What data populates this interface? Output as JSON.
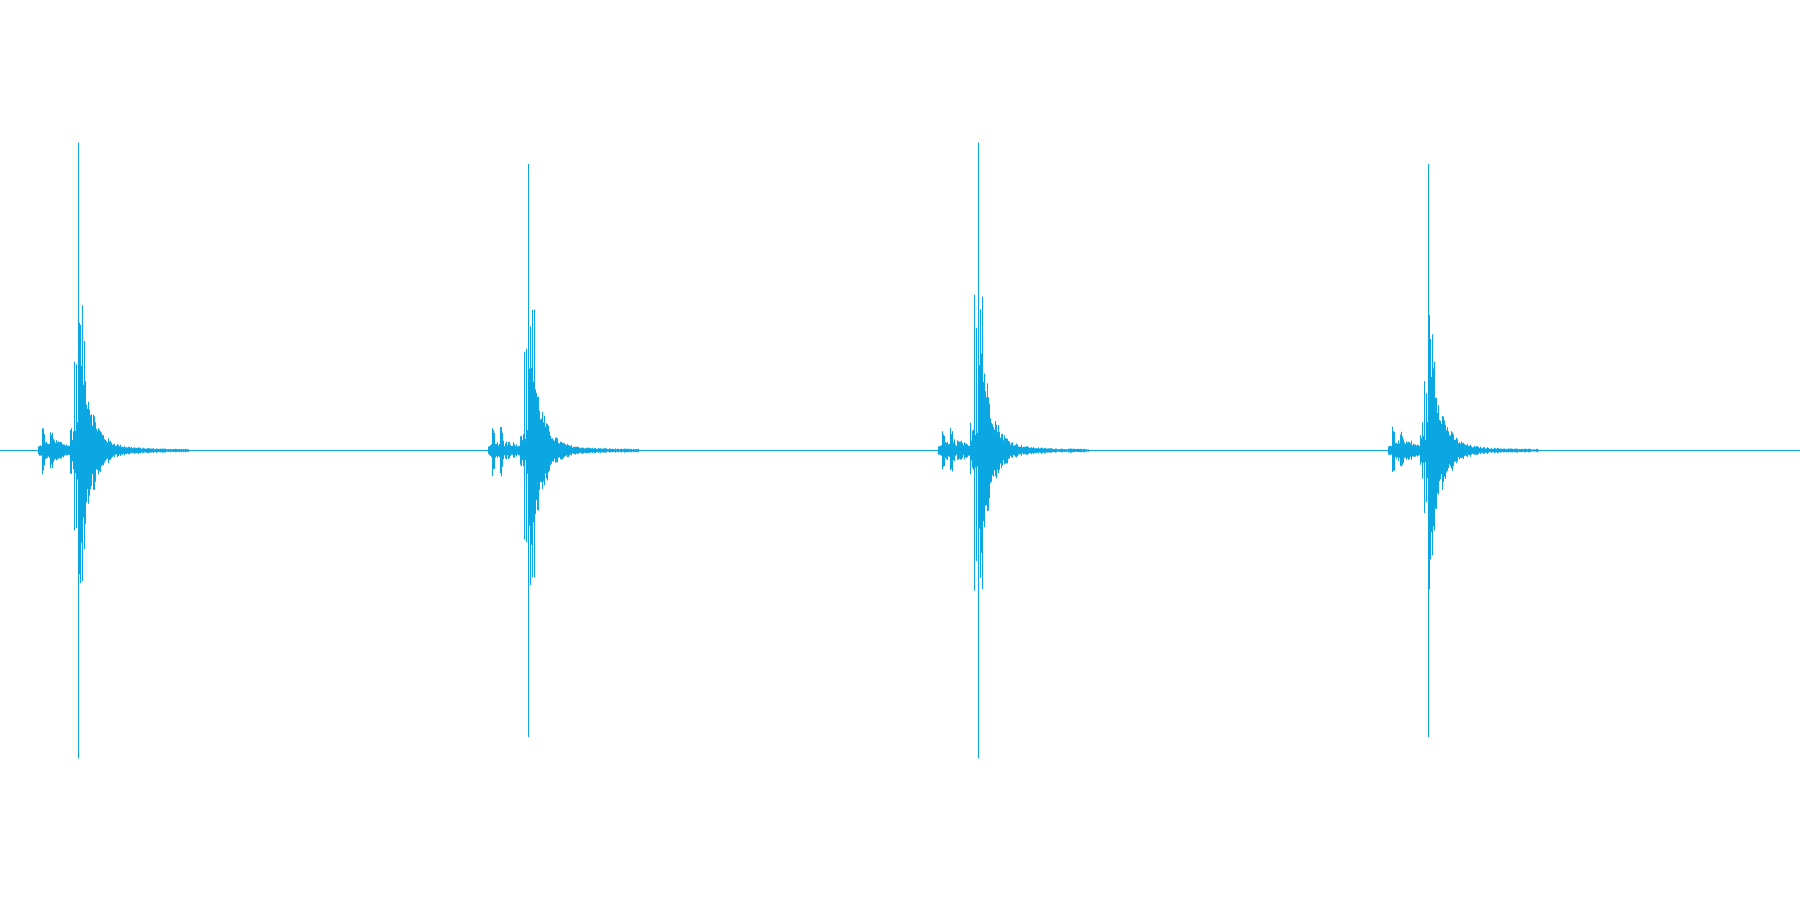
{
  "waveform": {
    "color": "#0aa7e2",
    "background": "#ffffff",
    "channels": 1,
    "clicks": [
      {
        "peak_amplitude": 1.0,
        "decay": "fast"
      },
      {
        "peak_amplitude": 0.93,
        "decay": "fast"
      },
      {
        "peak_amplitude": 1.0,
        "decay": "fast"
      },
      {
        "peak_amplitude": 0.93,
        "decay": "fast"
      }
    ]
  }
}
